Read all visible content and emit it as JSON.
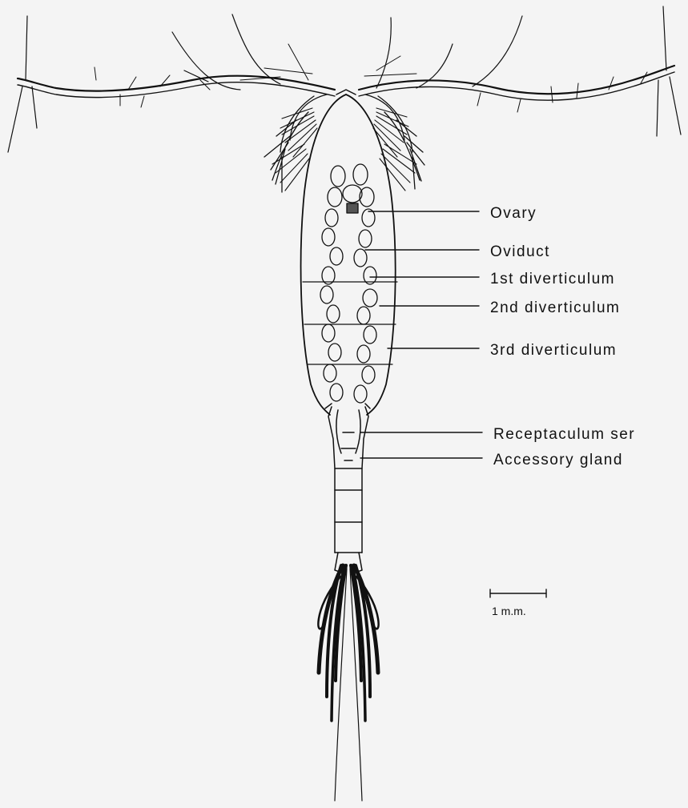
{
  "labels": {
    "ovary": "Ovary",
    "oviduct": "Oviduct",
    "diverticulum_1": "1st diverticulum",
    "diverticulum_2": "2nd diverticulum",
    "diverticulum_3": "3rd diverticulum",
    "receptaculum": "Receptaculum ser",
    "accessory_gland": "Accessory gland"
  },
  "scale_bar": {
    "label": "1 m.m."
  },
  "colors": {
    "background": "#f4f4f4",
    "ink": "#111111"
  }
}
